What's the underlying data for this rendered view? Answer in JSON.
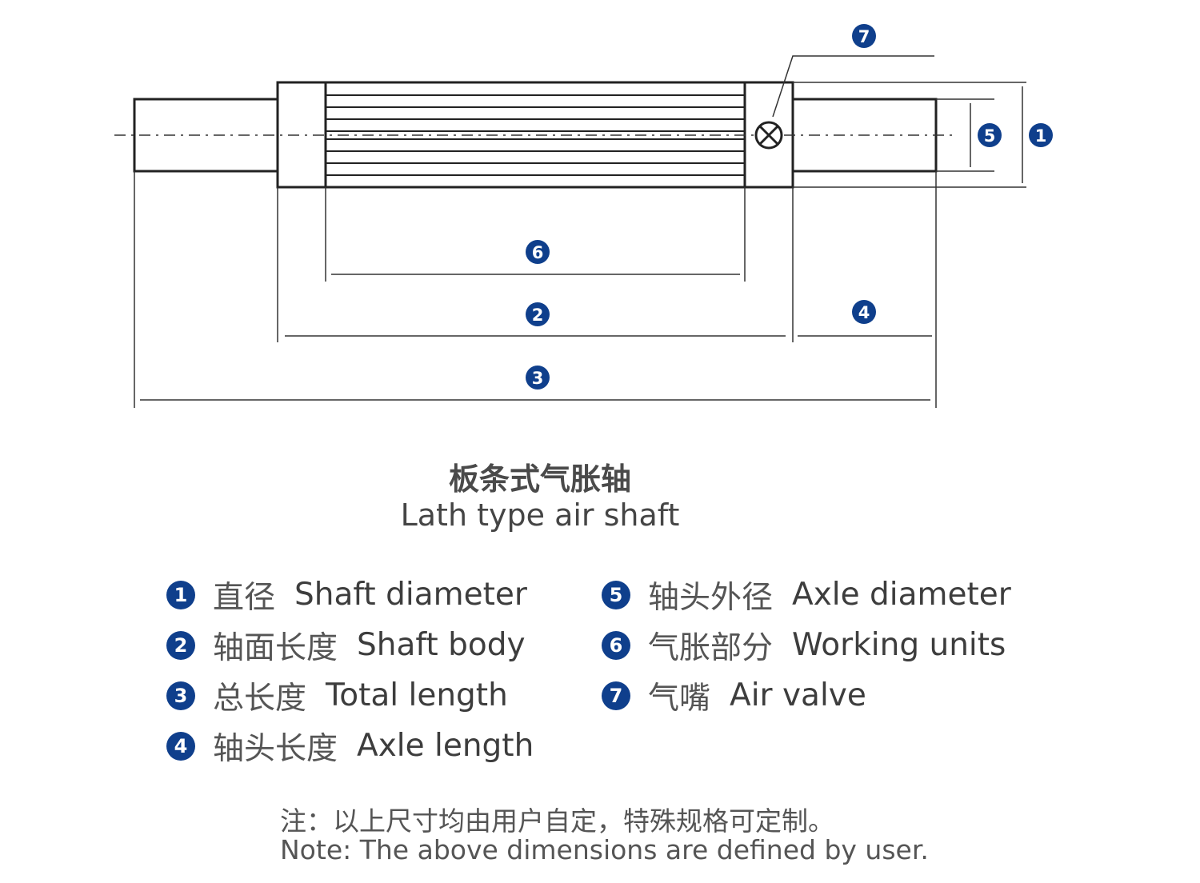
{
  "title": {
    "cn": "板条式气胀轴",
    "en": "Lath type air shaft"
  },
  "callouts": {
    "c1": "1",
    "c2": "2",
    "c3": "3",
    "c4": "4",
    "c5": "5",
    "c6": "6",
    "c7": "7"
  },
  "legend": [
    {
      "num": "1",
      "cn": "直径",
      "en": "Shaft diameter"
    },
    {
      "num": "2",
      "cn": "轴面长度",
      "en": "Shaft body"
    },
    {
      "num": "3",
      "cn": "总长度",
      "en": "Total length"
    },
    {
      "num": "4",
      "cn": "轴头长度",
      "en": "Axle length"
    },
    {
      "num": "5",
      "cn": "轴头外径",
      "en": "Axle diameter"
    },
    {
      "num": "6",
      "cn": "气胀部分",
      "en": "Working units"
    },
    {
      "num": "7",
      "cn": "气嘴",
      "en": "Air valve"
    }
  ],
  "note": {
    "cn": "注：以上尺寸均由用户自定，特殊规格可定制。",
    "en": "Note: The above dimensions are defined by user."
  },
  "colors": {
    "badge": "#0f3f8c",
    "line": "#222222",
    "text": "#3d3d3d"
  }
}
